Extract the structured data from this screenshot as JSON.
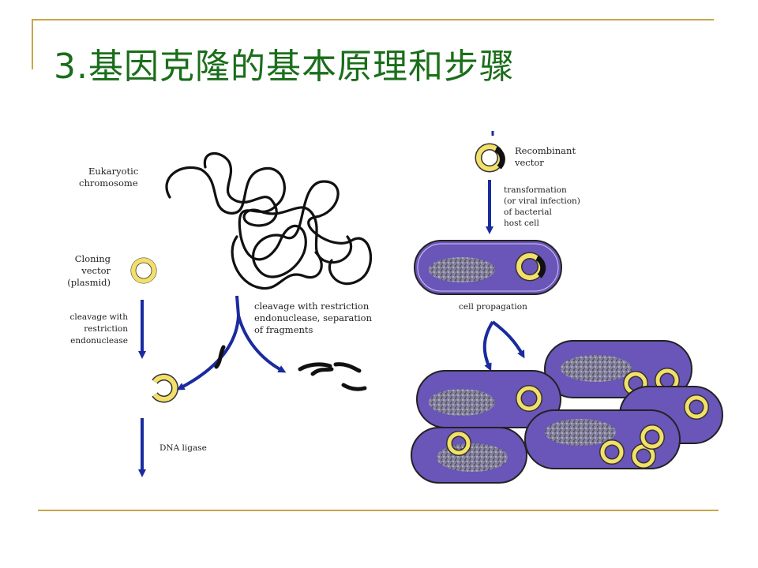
{
  "slide": {
    "title": "3.基因克隆的基本原理和步骤"
  },
  "diagram": {
    "eukaryotic_label": [
      "Eukaryotic",
      "chromosome"
    ],
    "cloning_vector_label": [
      "Cloning",
      "vector",
      "(plasmid)"
    ],
    "cleavage_vector_label": [
      "cleavage with",
      "restriction",
      "endonuclease"
    ],
    "cleavage_chromosome_label": [
      "cleavage with restriction",
      "endonuclease, separation",
      "of fragments"
    ],
    "dna_ligase_label": "DNA ligase",
    "recombinant_label": [
      "Recombinant",
      "vector"
    ],
    "transformation_label": [
      "transformation",
      "(or viral infection)",
      "of bacterial",
      "host cell"
    ],
    "cell_propagation_label": "cell propagation"
  },
  "colors": {
    "title": "#1a6e1a",
    "rule": "#c8a64a",
    "arrow": "#1a2b9e",
    "cell_fill": "#6a55b8",
    "plasmid": "#f3e06a"
  }
}
